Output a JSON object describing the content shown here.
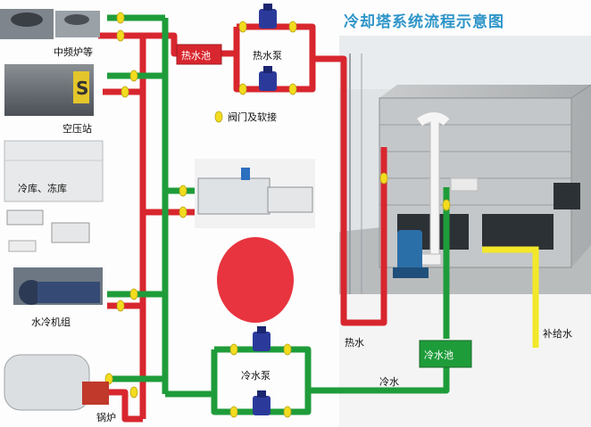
{
  "title": "冷却塔系统流程示意图",
  "labels": {
    "furnace": "中频炉等",
    "compressor": "空压站",
    "cold_storage": "冷库、冻库",
    "chiller": "水冷机组",
    "boiler": "锅炉",
    "hot_pool": "热水池",
    "hot_pump": "热水泵",
    "cold_pump": "冷水泵",
    "cold_pool": "冷水池",
    "hot_water": "热水",
    "cold_water": "冷水",
    "makeup_water": "补给水",
    "legend": "阀门及软接"
  },
  "colors": {
    "hot_pipe": "#d8262e",
    "cold_pipe": "#1f9c3a",
    "makeup_pipe": "#f2e829",
    "valve": "#f3dc1f",
    "pump": "#2b3a9a",
    "title": "#2e95c9"
  }
}
